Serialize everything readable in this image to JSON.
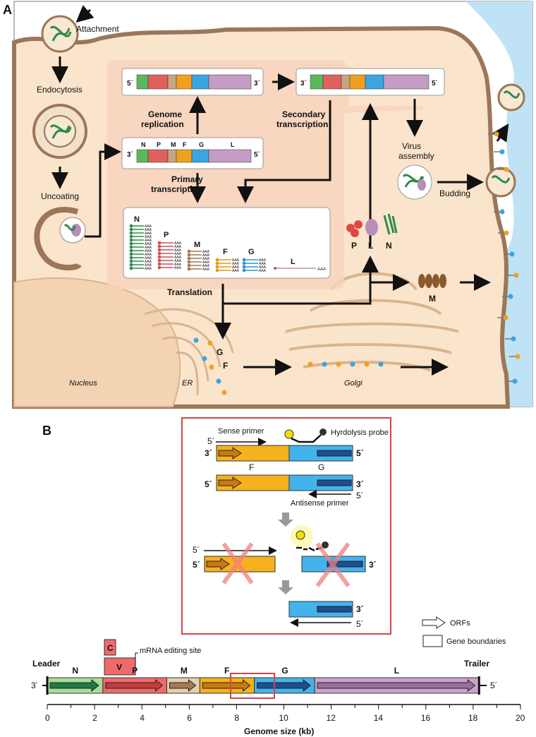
{
  "panelA": {
    "letter": "A",
    "steps": {
      "attachment": "Attachment",
      "endocytosis": "Endocytosis",
      "uncoating": "Uncoating",
      "genome_replication_1": "Genome",
      "genome_replication_2": "replication",
      "primary_transcription_1": "Primary",
      "primary_transcription_2": "transcription",
      "secondary_transcription_1": "Secondary",
      "secondary_transcription_2": "transcription",
      "virus_assembly_1": "Virus",
      "virus_assembly_2": "assembly",
      "budding": "Budding",
      "translation": "Translation"
    },
    "strands": {
      "five_prime": "5´",
      "three_prime": "3´"
    },
    "genes": [
      "N",
      "P",
      "M",
      "F",
      "G",
      "L"
    ],
    "mrna_tail": "AAA",
    "proteins": {
      "P": "P",
      "L": "L",
      "N": "N",
      "M": "M",
      "G": "G",
      "F": "F"
    },
    "compartments": {
      "nucleus": "Nucleus",
      "er": "ER",
      "golgi": "Golgi"
    }
  },
  "panelB": {
    "letter": "B",
    "assay": {
      "five_prime": "5´",
      "three_prime": "3´",
      "sense_primer": "Sense primer",
      "probe": "Hyrdolysis probe",
      "antisense_primer": "Antisense primer",
      "gene_F": "F",
      "gene_G": "G"
    },
    "legend": {
      "orfs": "ORFs",
      "boundaries": "Gene boundaries"
    },
    "genome": {
      "leader": "Leader",
      "trailer": "Trailer",
      "three_prime": "3´",
      "five_prime": "5´",
      "editing_site": "mRNA editing site",
      "c_label": "C",
      "v_label": "V",
      "genes": [
        "N",
        "P",
        "M",
        "F",
        "G",
        "L"
      ],
      "axis_title": "Genome size (kb)",
      "axis_ticks": [
        "0",
        "2",
        "4",
        "6",
        "8",
        "10",
        "12",
        "14",
        "16",
        "18",
        "20"
      ]
    }
  },
  "colors": {
    "N": "#2e8b4a",
    "P": "#e06060",
    "M": "#c9a57e",
    "F": "#f0a020",
    "G": "#3aa5e0",
    "L": "#b88db8",
    "cell": "#fbe4cc",
    "membrane": "#9b7658",
    "outside": "#bfe3f4",
    "red_box": "#d64545"
  }
}
